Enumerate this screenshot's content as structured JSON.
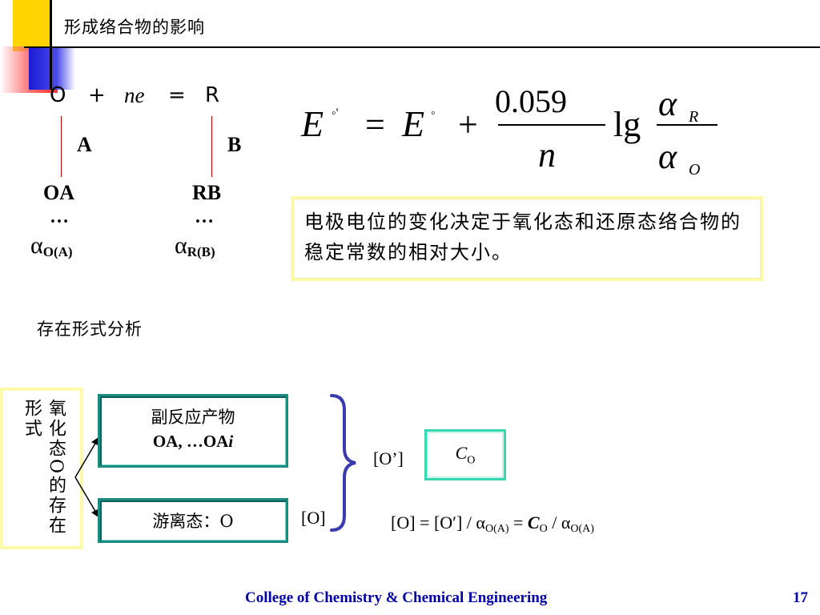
{
  "slide": {
    "title": "形成络合物的影响",
    "page_number": "17",
    "footer": "College of Chemistry & Chemical Engineering"
  },
  "reaction": {
    "oxidized": "O",
    "plus": "+",
    "electrons": "ne",
    "equals": "=",
    "reduced": "R",
    "ligand_a": "A",
    "ligand_b": "B",
    "complex_oa": "OA",
    "complex_rb": "RB",
    "ellipsis": "…",
    "alpha_o_sub": "O(A)",
    "alpha_r_sub": "R(B)"
  },
  "equation": {
    "lhs_symbol": "E",
    "prime_marks": "◦'",
    "rhs_symbol": "E",
    "degree": "◦",
    "numerator": "0.059",
    "denominator": "n",
    "log": "lg",
    "alpha_r_sub": "R",
    "alpha_o_sub": "O"
  },
  "note": {
    "text": "电极电位的变化决定于氧化态和还原态络合物的稳定常数的相对大小。"
  },
  "analysis": {
    "heading": "存在形式分析",
    "side_label": "氧化态O的存在形式",
    "side_reaction_title": "副反应产物",
    "side_reaction_products": "OA, …OA",
    "side_reaction_italic": "i",
    "free_state": "游离态：O",
    "o_prime_label": "[O’]",
    "o_label": "[O]",
    "co_symbol": "C",
    "co_sub": "O",
    "formula_part1": "[O] = [O′] / α",
    "formula_sub1": "O(A)",
    "formula_part2": " = ",
    "formula_c": "C",
    "formula_csub": "O",
    "formula_part3": " / α",
    "formula_sub2": "O(A)"
  }
}
